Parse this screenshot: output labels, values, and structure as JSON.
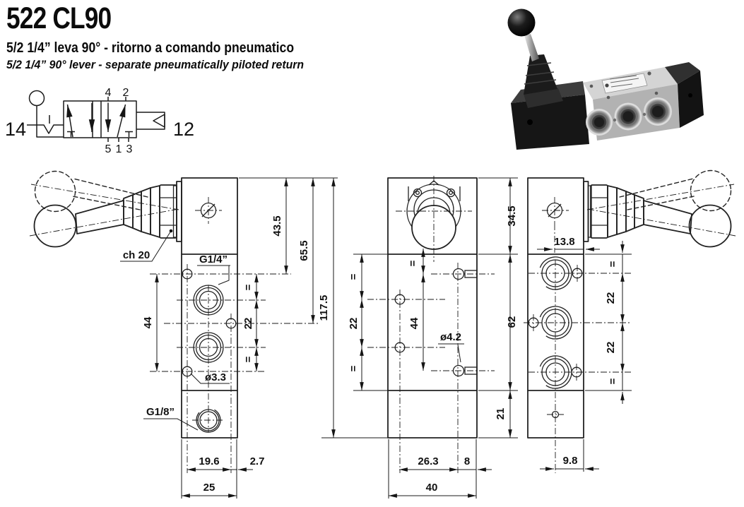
{
  "header": {
    "title": "522 CL90",
    "subtitle_it": "5/2 1/4” leva 90° - ritorno a comando pneumatico",
    "subtitle_en": "5/2 1/4” 90° lever - separate pneumatically piloted return"
  },
  "symbol": {
    "left_port": "14",
    "right_port": "12",
    "top_ports": [
      "4",
      "2"
    ],
    "bottom_ports": [
      "5",
      "1",
      "3"
    ]
  },
  "views": {
    "left": {
      "hex_label": "ch 20",
      "port_label": "G1/4”",
      "pilot_label": "G1/8”",
      "hole_label": "ø3.3",
      "dim_top": "43.5",
      "dim_upper": "65.5",
      "dim_total": "117.5",
      "dim_holes": "44",
      "dim_pitch": "22",
      "dim_eq": "=",
      "dim_offset": "19.6",
      "dim_edge": "2.7",
      "dim_width": "25"
    },
    "front": {
      "dim_lever": "34.5",
      "dim_body": "62",
      "dim_base": "21",
      "dim_pitch": "22",
      "dim_pilots": "44",
      "pilot_hole_label": "ø4.2",
      "dim_offset": "26.3",
      "dim_edge": "8",
      "dim_width": "40",
      "dim_eq": "="
    },
    "right": {
      "dim_lever_offset": "13.8",
      "dim_pitch_a": "22",
      "dim_pitch_b": "22",
      "dim_bottom_offset": "9.8",
      "dim_eq": "="
    }
  }
}
